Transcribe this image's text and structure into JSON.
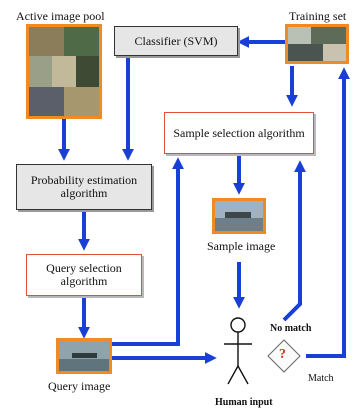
{
  "labels": {
    "active_pool": "Active image pool",
    "training_set": "Training set",
    "classifier": "Classifier (SVM)",
    "sample_selection": "Sample selection algorithm",
    "probability": "Probability estimation algorithm",
    "sample_image": "Sample image",
    "query_selection": "Query selection algorithm",
    "no_match": "No match",
    "query_image": "Query image",
    "match": "Match",
    "human_input": "Human input",
    "decision_mark": "?"
  },
  "colors": {
    "arrow": "#1a3fd6",
    "image_border": "#f08a24",
    "red_box_border": "#e0513a",
    "gray_box_fill": "#e6e6e6",
    "decision_mark": "#e0302a"
  }
}
